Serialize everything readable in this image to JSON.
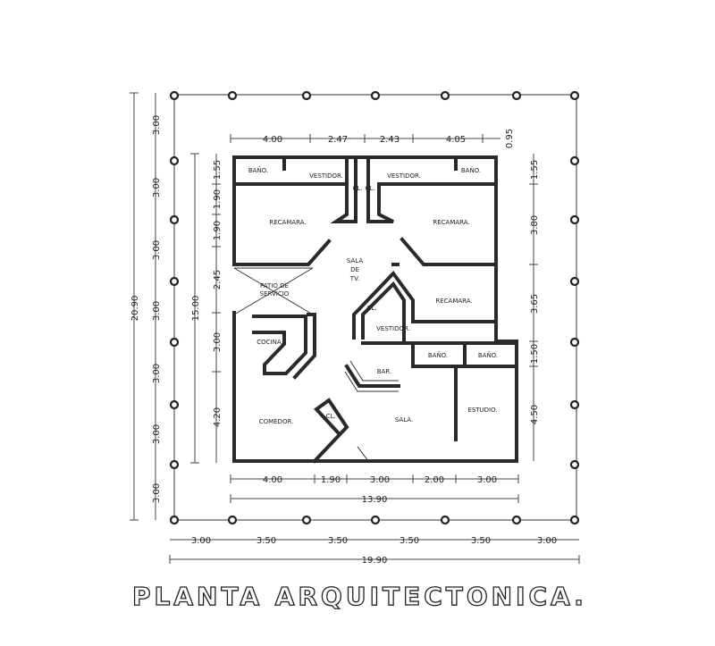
{
  "title": "PLANTA ARQUITECTONICA.",
  "rooms": {
    "bano_left": "BAÑO.",
    "vestidor_left": "VESTIDOR.",
    "closet_left": "CL.",
    "closet_right": "CL.",
    "vestidor_right": "VESTIDOR.",
    "bano_right": "BAÑO.",
    "recamara_left": "RECAMARA.",
    "recamara_right": "RECAMARA.",
    "sala_tv_1": "SALA",
    "sala_tv_2": "DE",
    "sala_tv_3": "TV.",
    "patio_1": "PATIO DE",
    "patio_2": "SERVICIO",
    "recamara_3": "RECAMARA.",
    "cl_mid": "CL.",
    "vestidor_mid": "VESTIDOR.",
    "cocina": "COCINA.",
    "bano_mid_a": "BAÑO.",
    "bano_mid_b": "BAÑO.",
    "bar": "BAR.",
    "comedor": "COMEDOR.",
    "cl_low": "CL.",
    "sala": "SALA.",
    "estudio": "ESTUDIO."
  },
  "dimensions": {
    "top": [
      "4.00",
      "2.47",
      "2.43",
      "4.05",
      "0.95"
    ],
    "right": [
      "1.55",
      "3.80",
      "3.65",
      "1.50",
      "4.50"
    ],
    "left_inner": [
      "1.55",
      "1.90",
      "1.90",
      "2.45",
      "3.00",
      "4.20"
    ],
    "left_inner_total": "15.00",
    "left_outer": [
      "3.00",
      "3.00",
      "3.00",
      "3.00",
      "3.00",
      "3.00",
      "3.00"
    ],
    "left_outer_total": "20.90",
    "bottom_inner": [
      "4.00",
      "1.90",
      "3.00",
      "2.00",
      "3.00"
    ],
    "bottom_inner_total": "13.90",
    "bottom_outer": [
      "3.00",
      "3.50",
      "3.50",
      "3.50",
      "3.50",
      "3.00"
    ],
    "bottom_outer_total": "19.90"
  }
}
